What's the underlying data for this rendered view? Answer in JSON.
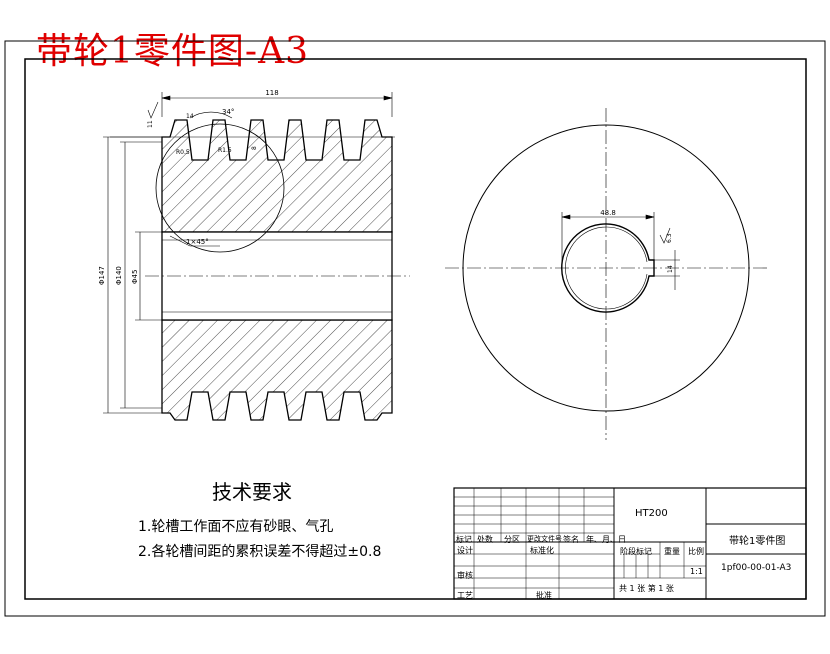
{
  "title": "带轮1零件图-A3",
  "dimensions": {
    "overall_width": "118",
    "groove_angle": "34°",
    "groove_depth": "11",
    "groove_top": "14",
    "groove_r1": "R0.5",
    "groove_r2": "R1.5",
    "groove_offset": "8",
    "chamfer": "1×45°",
    "outer_dia": "Φ147",
    "hub_dia": "Φ140",
    "bore_dia": "Φ45",
    "keyway_depth": "48.8",
    "keyway_width": "14",
    "roughness": "6.3"
  },
  "requirements": {
    "title": "技术要求",
    "item1": "1.轮槽工作面不应有砂眼、气孔",
    "item2": "2.各轮槽间距的累积误差不得超过±0.8"
  },
  "title_block": {
    "material": "HT200",
    "part_name": "带轮1零件图",
    "drawing_no": "1pf00-00-01-A3",
    "scale": "1:1",
    "sheet_info": "共 1 张  第 1 张",
    "headers": [
      "标记",
      "处数",
      "分区",
      "更改文件号",
      "签名",
      "年、月、日"
    ],
    "design": "设计",
    "standard": "标准化",
    "review": "审核",
    "process": "工艺",
    "approve": "批准",
    "stage_mark": "阶段标记",
    "weight": "重量",
    "ratio": "比例"
  }
}
